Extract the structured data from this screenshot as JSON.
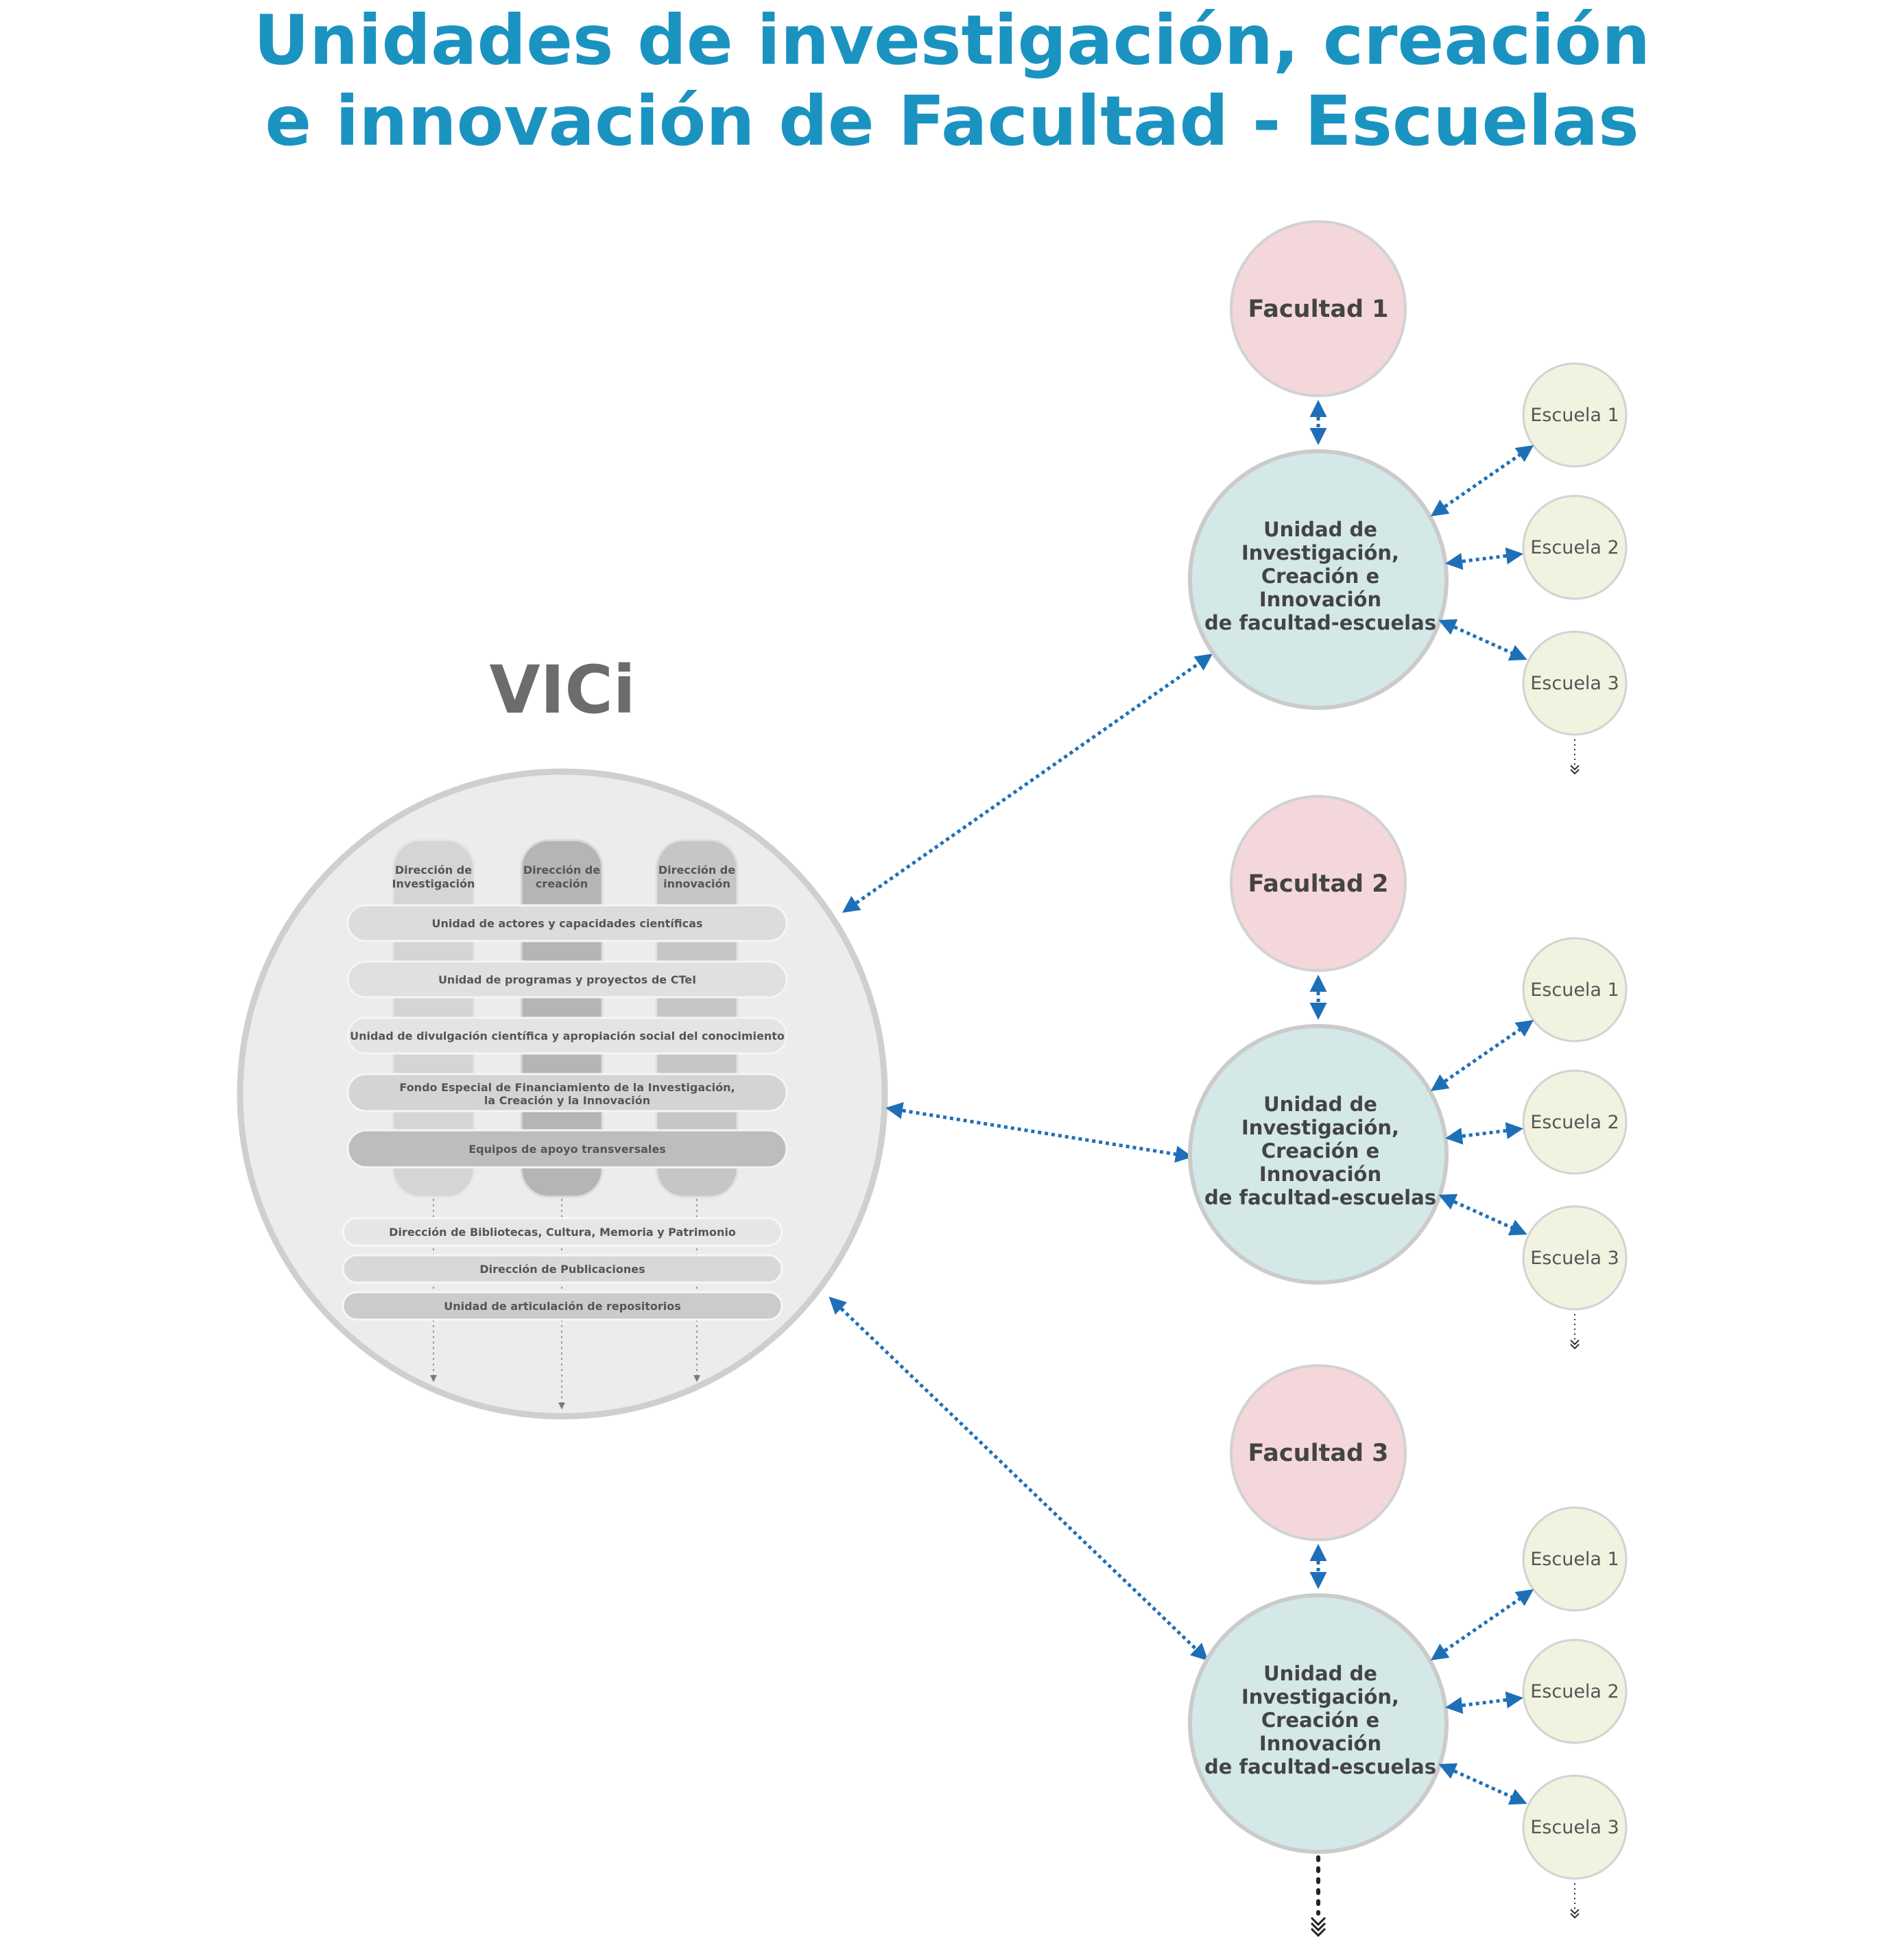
{
  "title": {
    "line1": "Unidades de investigación, creación",
    "line2": "e innovación de Facultad - Escuelas"
  },
  "colors": {
    "title": "#1b93c1",
    "facultad": "#f4d7db",
    "unidad": "#d4e8e8",
    "escuela": "#f1f3e0",
    "arrow": "#1e6fb8",
    "vici_circle": "#ececec"
  },
  "vici": {
    "label": "VICi",
    "directions": [
      {
        "label_1": "Dirección de",
        "label_2": "Investigación"
      },
      {
        "label_1": "Dirección de",
        "label_2": "creación"
      },
      {
        "label_1": "Dirección de",
        "label_2": "innovación"
      }
    ],
    "bars": [
      {
        "label_1": "Unidad de actores y capacidades científicas",
        "label_2": ""
      },
      {
        "label_1": "Unidad de programas y proyectos de CTeI",
        "label_2": ""
      },
      {
        "label_1": "Unidad de divulgación científica y apropiación social del conocimiento",
        "label_2": ""
      },
      {
        "label_1": "Fondo Especial de Financiamiento de la Investigación,",
        "label_2": "la Creación y la Innovación"
      },
      {
        "label_1": "Equipos de apoyo transversales",
        "label_2": ""
      }
    ],
    "lower_bars": [
      "Dirección de Bibliotecas, Cultura, Memoria y Patrimonio",
      "Dirección de Publicaciones",
      "Unidad de articulación de repositorios"
    ]
  },
  "groups": [
    {
      "facultad": "Facultad 1",
      "unidad": {
        "l1": "Unidad de",
        "l2": "Investigación,",
        "l3": "Creación e",
        "l4": "Innovación",
        "l5": "de facultad-escuelas"
      },
      "escuelas": [
        "Escuela 1",
        "Escuela 2",
        "Escuela 3"
      ]
    },
    {
      "facultad": "Facultad 2",
      "unidad": {
        "l1": "Unidad de",
        "l2": "Investigación,",
        "l3": "Creación e",
        "l4": "Innovación",
        "l5": "de facultad-escuelas"
      },
      "escuelas": [
        "Escuela 1",
        "Escuela 2",
        "Escuela 3"
      ]
    },
    {
      "facultad": "Facultad 3",
      "unidad": {
        "l1": "Unidad de",
        "l2": "Investigación,",
        "l3": "Creación e",
        "l4": "Innovación",
        "l5": "de facultad-escuelas"
      },
      "escuelas": [
        "Escuela 1",
        "Escuela 2",
        "Escuela 3"
      ]
    }
  ]
}
